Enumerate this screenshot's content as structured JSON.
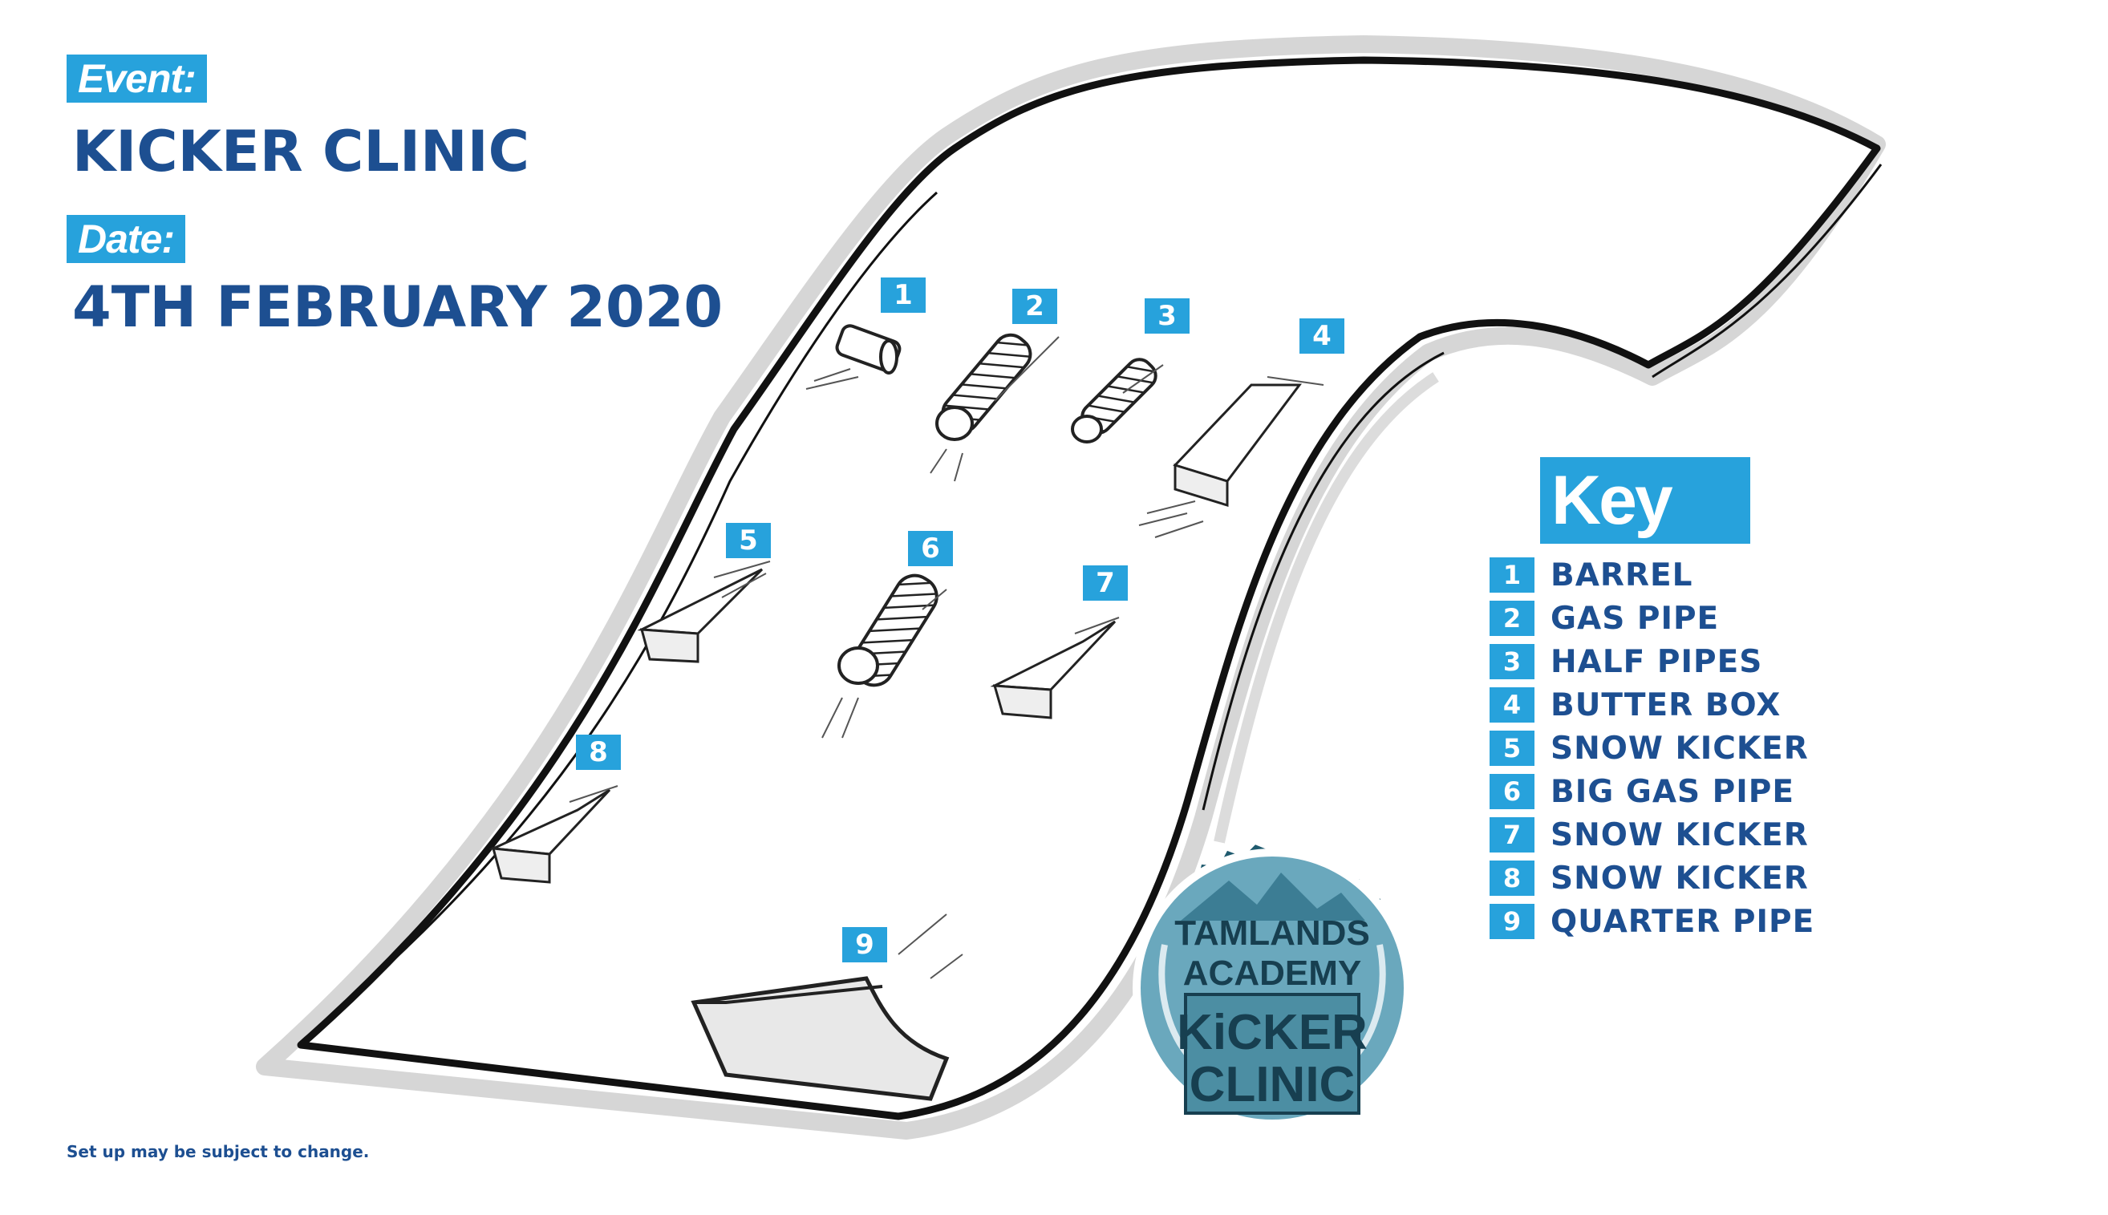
{
  "header": {
    "event_label": "Event:",
    "event_name": "KICKER CLINIC",
    "date_label": "Date:",
    "date_value": "4TH FEBRUARY 2020"
  },
  "features": [
    {
      "num": "1",
      "type": "barrel"
    },
    {
      "num": "2",
      "type": "gas-pipe"
    },
    {
      "num": "3",
      "type": "half-pipes"
    },
    {
      "num": "4",
      "type": "butter-box"
    },
    {
      "num": "5",
      "type": "snow-kicker"
    },
    {
      "num": "6",
      "type": "big-gas-pipe"
    },
    {
      "num": "7",
      "type": "snow-kicker"
    },
    {
      "num": "8",
      "type": "snow-kicker"
    },
    {
      "num": "9",
      "type": "quarter-pipe"
    }
  ],
  "key": {
    "title": "Key",
    "items": [
      {
        "num": "1",
        "label": "BARREL"
      },
      {
        "num": "2",
        "label": "GAS PIPE"
      },
      {
        "num": "3",
        "label": "HALF PIPES"
      },
      {
        "num": "4",
        "label": "BUTTER BOX"
      },
      {
        "num": "5",
        "label": "SNOW KICKER"
      },
      {
        "num": "6",
        "label": "BIG GAS PIPE"
      },
      {
        "num": "7",
        "label": "SNOW KICKER"
      },
      {
        "num": "8",
        "label": "SNOW KICKER"
      },
      {
        "num": "9",
        "label": "QUARTER PIPE"
      }
    ]
  },
  "badge": {
    "line1": "TAMLANDS",
    "line2": "ACADEMY",
    "line3": "KiCKER",
    "line4": "CLINIC"
  },
  "footnote": "Set up may be subject to change.",
  "colors": {
    "accent_blue": "#27a2dc",
    "navy": "#1d4f91",
    "badge_teal": "#4c8ea3",
    "badge_dark": "#1f5a6e"
  }
}
